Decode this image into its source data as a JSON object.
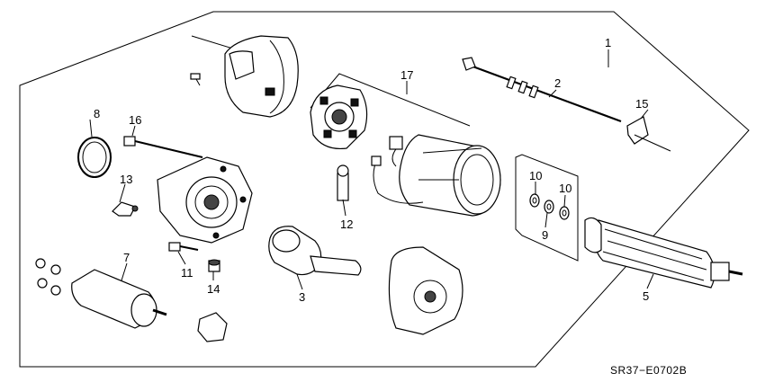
{
  "diagram": {
    "code": "SR37−E0702B",
    "callouts": [
      {
        "id": "c1",
        "text": "1"
      },
      {
        "id": "c2",
        "text": "2"
      },
      {
        "id": "c3",
        "text": "3"
      },
      {
        "id": "c5",
        "text": "5"
      },
      {
        "id": "c7",
        "text": "7"
      },
      {
        "id": "c8",
        "text": "8"
      },
      {
        "id": "c9",
        "text": "9"
      },
      {
        "id": "c10a",
        "text": "10"
      },
      {
        "id": "c10b",
        "text": "10"
      },
      {
        "id": "c11",
        "text": "11"
      },
      {
        "id": "c12",
        "text": "12"
      },
      {
        "id": "c13",
        "text": "13"
      },
      {
        "id": "c14",
        "text": "14"
      },
      {
        "id": "c15",
        "text": "15"
      },
      {
        "id": "c16",
        "text": "16"
      },
      {
        "id": "c17",
        "text": "17"
      }
    ]
  }
}
